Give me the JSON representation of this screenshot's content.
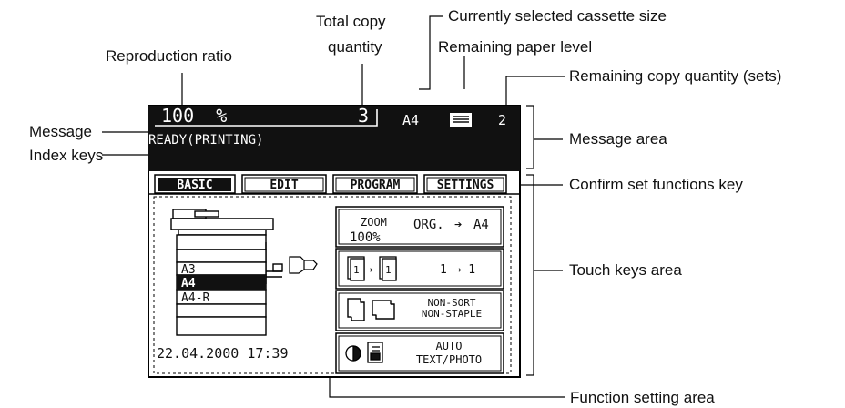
{
  "callouts": {
    "reproduction_ratio": "Reproduction ratio",
    "total_copy_line1": "Total copy",
    "total_copy_line2": "quantity",
    "cassette_size": "Currently selected cassette size",
    "paper_level": "Remaining paper level",
    "remaining_sets": "Remaining copy quantity (sets)",
    "message": "Message",
    "index_keys": "Index keys",
    "message_area": "Message area",
    "confirm_key": "Confirm set functions key",
    "touch_keys_area": "Touch keys area",
    "function_setting_area": "Function setting area"
  },
  "panel": {
    "ratio": "100  %",
    "total_copies": "3",
    "cassette": "A4",
    "remaining_sets": "2",
    "status": "READY(PRINTING)",
    "tabs": [
      "BASIC",
      "EDIT",
      "PROGRAM",
      "SETTINGS"
    ],
    "cassettes": [
      "A3",
      "A4",
      "A4-R"
    ],
    "datetime": "22.04.2000 17:39",
    "zoom_label": "ZOOM",
    "zoom_value": "100%",
    "zoom_orig": "ORG.",
    "zoom_target": "A4",
    "duplex_label": "1 → 1",
    "sort_line1": "NON-SORT",
    "sort_line2": "NON-STAPLE",
    "mode_line1": "AUTO",
    "mode_line2": "TEXT/PHOTO"
  }
}
